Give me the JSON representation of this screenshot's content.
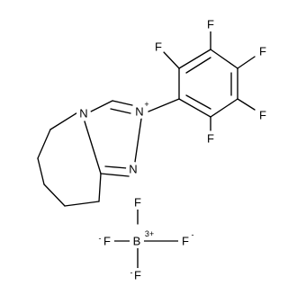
{
  "molecule": {
    "cation": {
      "ring_nitrogen": "N",
      "cationic_nitrogen": "N",
      "cationic_nitrogen_charge": "+",
      "imine_nitrogen": "N",
      "fluorines": [
        "F",
        "F",
        "F",
        "F",
        "F"
      ]
    },
    "anion": {
      "boron": "B",
      "boron_charge": "3+",
      "fluorine_top": "F",
      "fluorine_left": "F",
      "fluorine_left_charge": "-",
      "fluorine_right": "F",
      "fluorine_right_charge": "-",
      "fluorine_bottom": "F",
      "fluorine_bottom_charge": "-"
    },
    "colors": {
      "bond": "#000000",
      "label": "#000000",
      "background": "#ffffff"
    }
  }
}
